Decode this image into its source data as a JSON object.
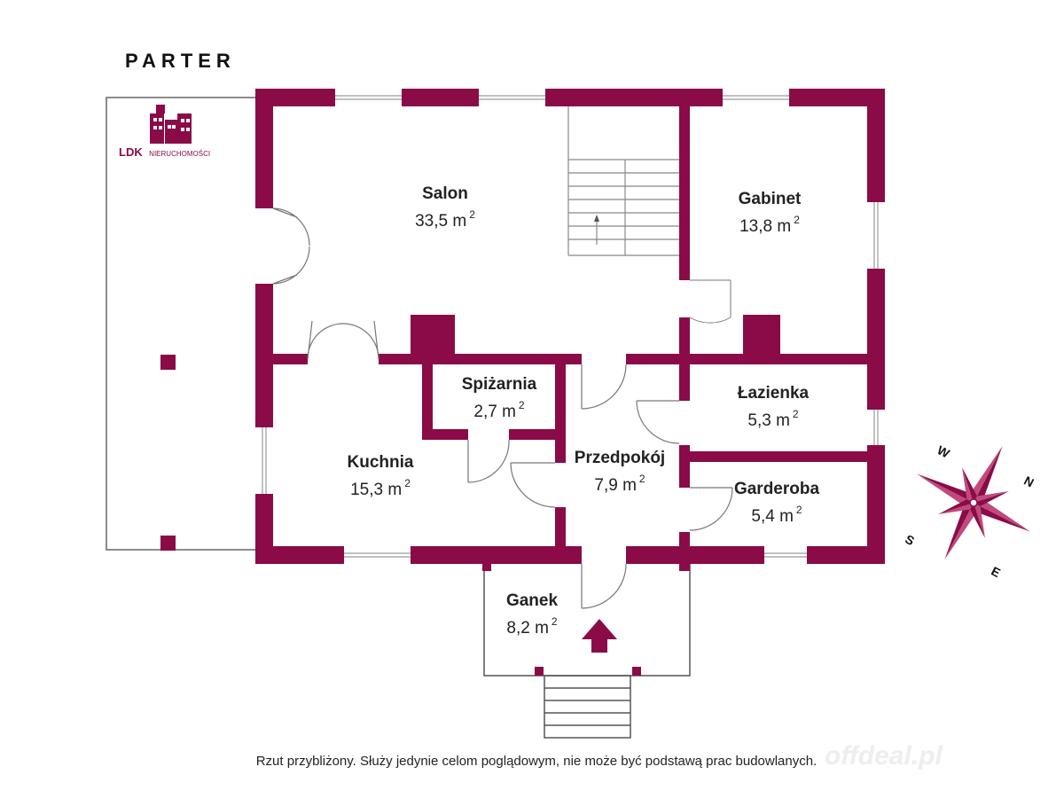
{
  "level": "PARTER",
  "colors": {
    "wall": "#8a0b47",
    "line": "#9a9a9a",
    "text": "#222222"
  },
  "logo": {
    "brand": "LDK",
    "suffix": "NIERUCHOMOŚCI",
    "icon": "building-icon"
  },
  "rooms": [
    {
      "id": "salon",
      "name": "Salon",
      "area": "33,5 m",
      "sup": "2"
    },
    {
      "id": "gabinet",
      "name": "Gabinet",
      "area": "13,8 m",
      "sup": "2"
    },
    {
      "id": "spizarnia",
      "name": "Spiżarnia",
      "area": "2,7 m",
      "sup": "2"
    },
    {
      "id": "lazienka",
      "name": "Łazienka",
      "area": "5,3 m",
      "sup": "2"
    },
    {
      "id": "kuchnia",
      "name": "Kuchnia",
      "area": "15,3 m",
      "sup": "2"
    },
    {
      "id": "przedpokoj",
      "name": "Przedpokój",
      "area": "7,9 m",
      "sup": "2"
    },
    {
      "id": "garderoba",
      "name": "Garderoba",
      "area": "5,4 m",
      "sup": "2"
    },
    {
      "id": "ganek",
      "name": "Ganek",
      "area": "8,2 m",
      "sup": "2"
    }
  ],
  "compass": {
    "n": "N",
    "s": "S",
    "e": "E",
    "w": "W",
    "icon": "compass-rose-icon"
  },
  "entrance": {
    "icon": "entrance-arrow-icon"
  },
  "caption": "Rzut przybliżony. Służy jedynie celom poglądowym, nie może być podstawą prac budowlanych.",
  "watermark": "offdeal.pl"
}
